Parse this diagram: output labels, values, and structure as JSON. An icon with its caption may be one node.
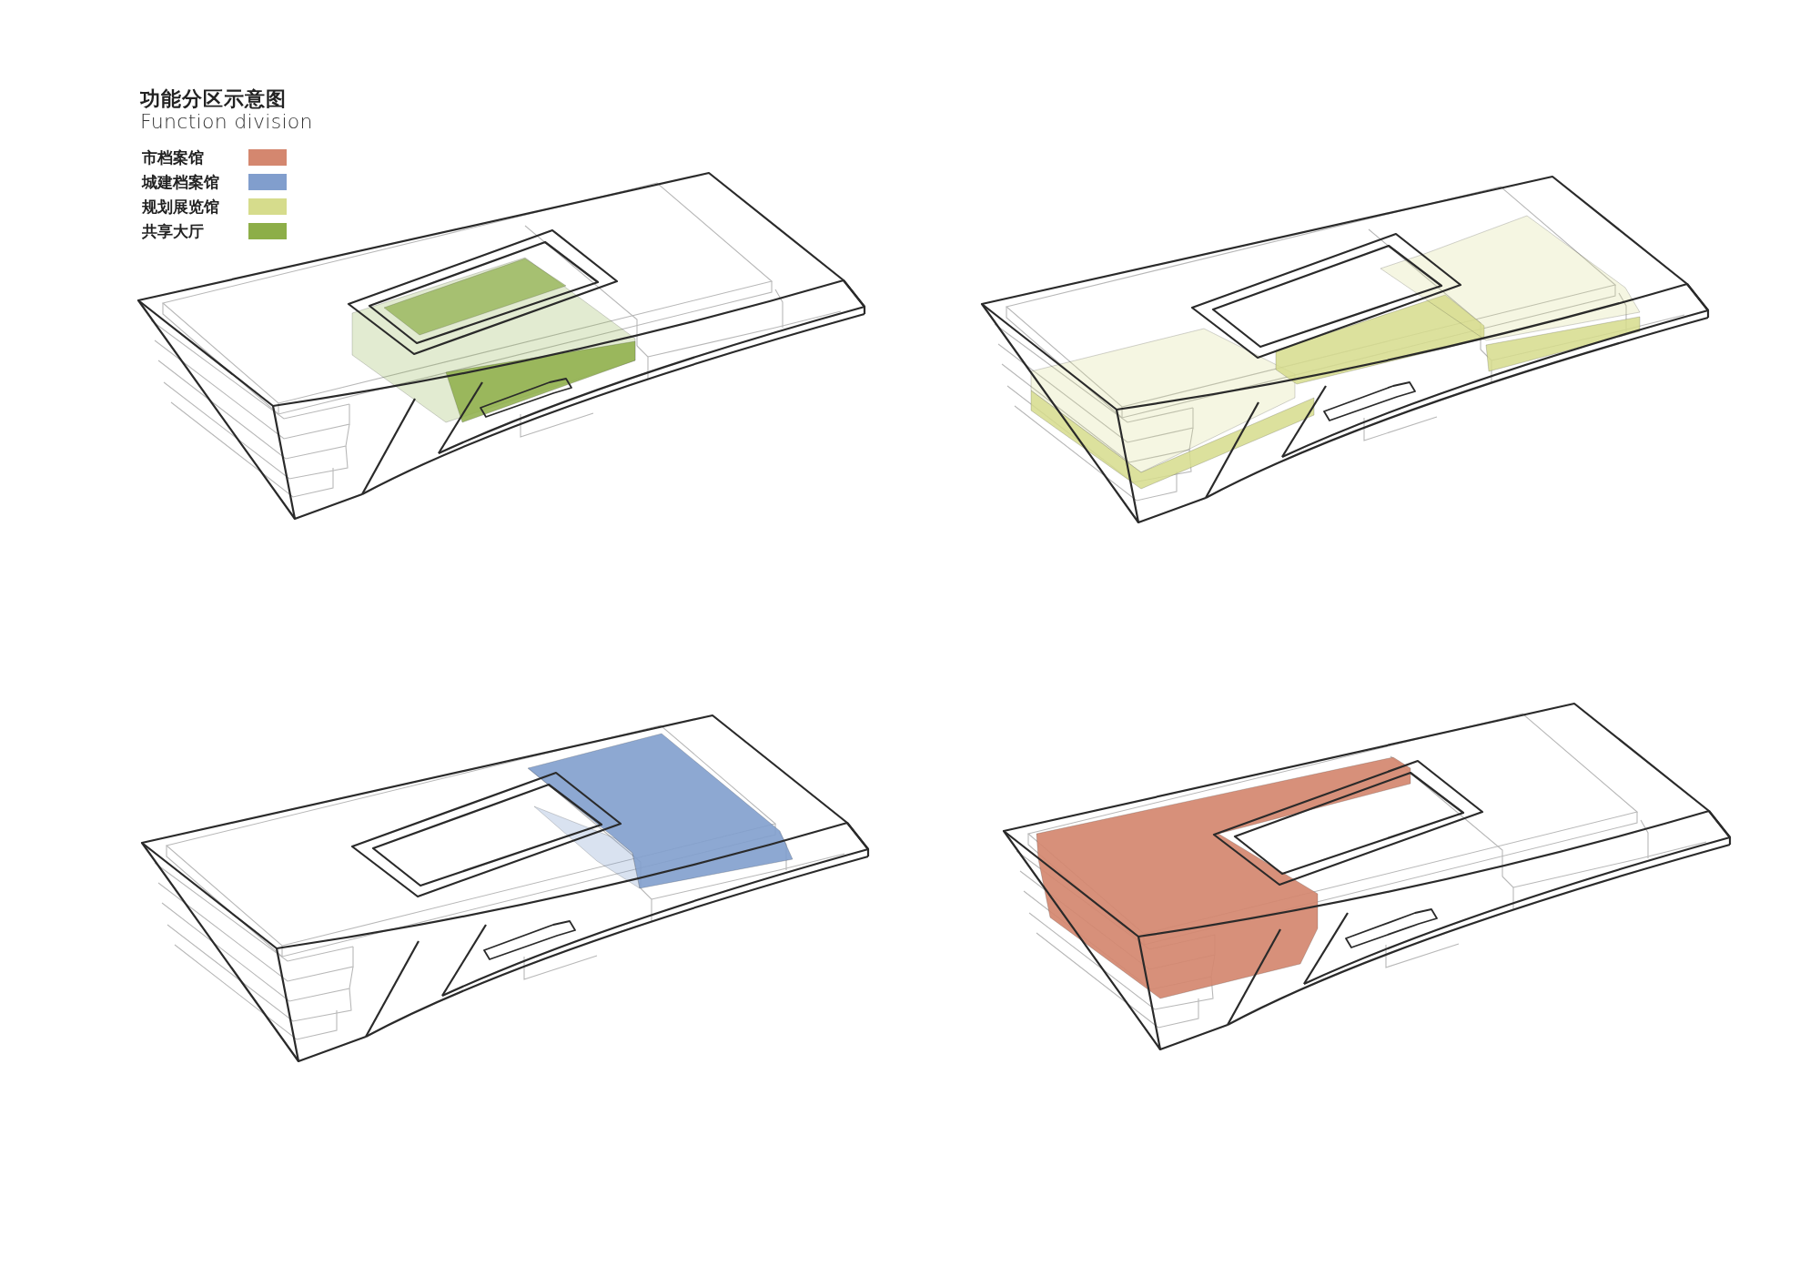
{
  "diagram": {
    "title": "功能分区示意图",
    "labels": [
      "Function division"
    ],
    "legend": [
      {
        "text": "市档案馆",
        "color": "#d4876f"
      },
      {
        "text": "城建档案馆",
        "color": "#819ecd"
      },
      {
        "text": "规划展览馆",
        "color": "#d6dc8c"
      },
      {
        "text": "共享大厅",
        "color": "#8dae48"
      }
    ]
  }
}
